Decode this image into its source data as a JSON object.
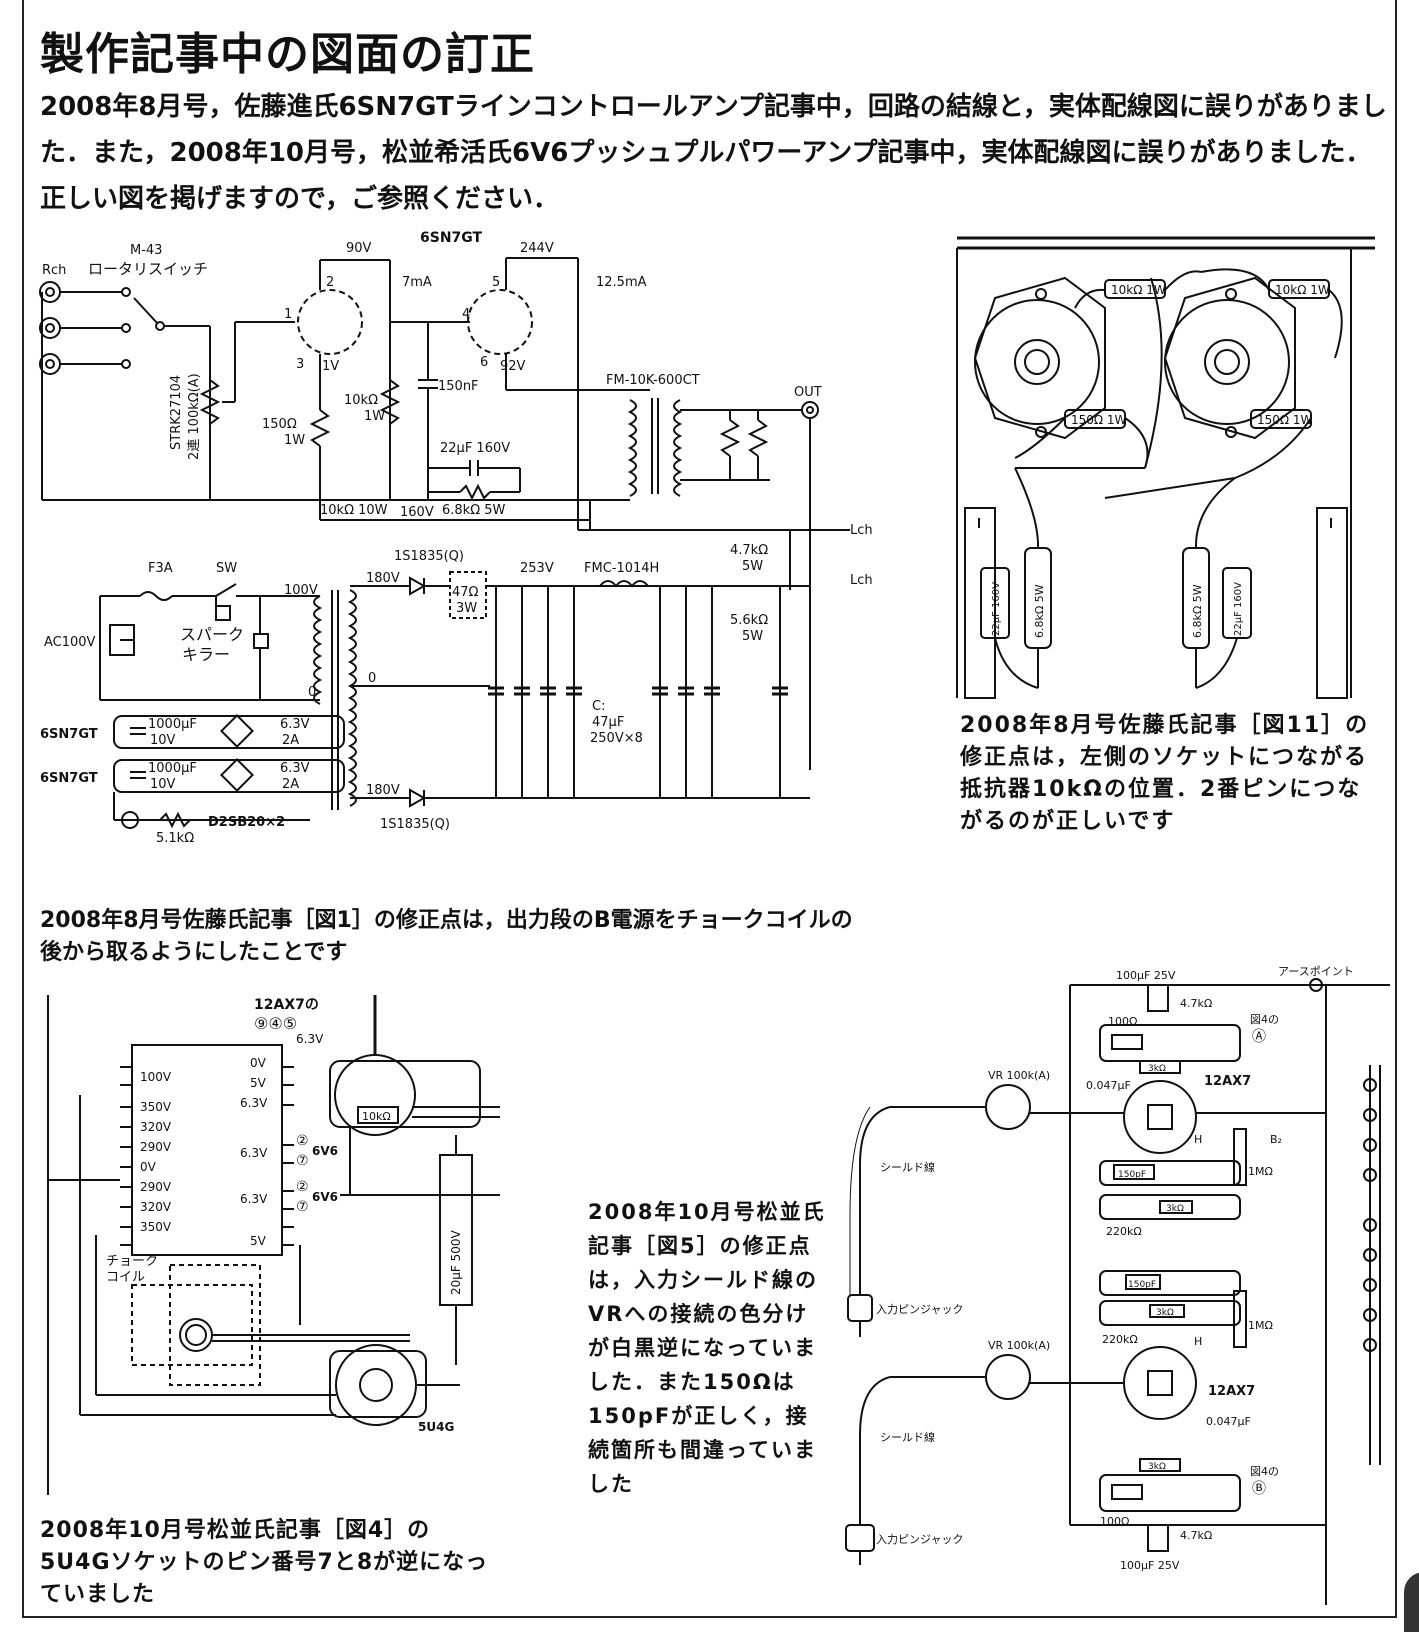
{
  "title": "製作記事中の図面の訂正",
  "intro": "2008年8月号，佐藤進氏6SN7GTラインコントロールアンプ記事中，回路の結線と，実体配線図に誤りがありました．また，2008年10月号，松並希活氏6V6プッシュプルパワーアンプ記事中，実体配線図に誤りがありました．正しい図を掲げますので，ご参照ください．",
  "captions": {
    "fig1": "2008年8月号佐藤氏記事［図1］の修正点は，出力段のB電源をチョークコイルの後から取るようにしたことです",
    "fig11": "2008年8月号佐藤氏記事［図11］の修正点は，左側のソケットにつながる抵抗器10kΩの位置．2番ピンにつながるのが正しいです",
    "fig4": "2008年10月号松並氏記事［図4］の5U4Gソケットのピン番号7と8が逆になっていました",
    "fig5": "2008年10月号松並氏記事［図5］の修正点は，入力シールド線のVRへの接続の色分けが白黒逆になっていました．また150Ωは150pFが正しく，接続箇所も間違っていました"
  },
  "fig1_labels": {
    "tube": "6SN7GT",
    "v90": "90V",
    "v244": "244V",
    "i7": "7mA",
    "i125": "12.5mA",
    "switch_model": "M-43",
    "switch": "ロータリスイッチ",
    "rch": "Rch",
    "vr": "STRK27104",
    "vr2": "2連 100kΩ(A)",
    "r150": "150Ω",
    "r150w": "1W",
    "r10k": "10kΩ",
    "r10kw": "1W",
    "c150": "150nF",
    "c22": "22μF 160V",
    "r68": "6.8kΩ 5W",
    "r10k10": "10kΩ 10W",
    "v160": "160V",
    "v1": "1V",
    "v92": "92V",
    "trans": "FM-10K-600CT",
    "out": "OUT",
    "lch": "Lch",
    "p1": "1",
    "p2": "2",
    "p3": "3",
    "p4": "4",
    "p5": "5",
    "p6": "6",
    "diode": "1S1835(Q)",
    "diode2": "1S1835(Q)",
    "fuse": "F3A",
    "sw": "SW",
    "ac": "AC100V",
    "spark": "スパーク",
    "killer": "キラー",
    "t100": "100V",
    "t0": "0",
    "t0b": "0",
    "t180": "180V",
    "t180b": "180V",
    "r47": "47Ω",
    "r47w": "3W",
    "v253": "253V",
    "choke": "FMC-1014H",
    "r47k": "4.7kΩ",
    "r47kw": "5W",
    "r56k": "5.6kΩ",
    "r56kw": "5W",
    "cmain": "C:",
    "cmain2": "47μF",
    "cmain3": "250V×8",
    "h1": "6SN7GT",
    "h2": "6SN7GT",
    "c1000": "1000μF",
    "c1000v": "10V",
    "c1000b": "1000μF",
    "c1000bv": "10V",
    "h63": "6.3V",
    "h2a": "2A",
    "h63b": "6.3V",
    "h2ab": "2A",
    "d2sb": "D2SB20×2",
    "r51": "5.1kΩ"
  },
  "fig11_labels": {
    "r10k_a": "10kΩ 1W",
    "r10k_b": "10kΩ 1W",
    "r150_a": "150Ω 1W",
    "r150_b": "150Ω 1W",
    "r68_a": "6.8kΩ 5W",
    "r68_b": "6.8kΩ 5W",
    "c22_a": "22μF 160V",
    "c22_b": "22μF 160V"
  },
  "fig4_labels": {
    "tube12": "12AX7の",
    "pins": "⑨④⑤",
    "v63top": "6.3V",
    "t100": "100V",
    "t350a": "350V",
    "t320a": "320V",
    "t290a": "290V",
    "t0": "0V",
    "t290b": "290V",
    "t320b": "320V",
    "t350b": "350V",
    "r0v": "0V",
    "r5v": "5V",
    "r63": "6.3V",
    "r63b": "6.3V",
    "r63c": "6.3V",
    "r5vb": "5V",
    "v6a": "6V6",
    "v6b": "6V6",
    "p2a": "②",
    "p7a": "⑦",
    "p2b": "②",
    "p7b": "⑦",
    "r10k": "10kΩ",
    "cap": "20μF 500V",
    "choke1": "チョーク",
    "choke2": "コイル",
    "rect": "5U4G"
  },
  "fig5_labels": {
    "earth": "アースポイント",
    "c100a": "100μF 25V",
    "r47ka": "4.7kΩ",
    "r100a": "100Ω",
    "fig4a": "図4の",
    "fig4a2": "Ⓐ",
    "r3k": "3kΩ",
    "vr_a": "VR 100k(A)",
    "c047a": "0.047μF",
    "tube_a": "12AX7",
    "h_a": "H",
    "b2": "B₂",
    "r1m_a": "1MΩ",
    "c150_a": "150pF",
    "shield_a": "シールド線",
    "r220_a": "220kΩ",
    "r3k_b": "3kΩ",
    "jack_a": "入力ピンジャック",
    "c150_b": "150pF",
    "r1m_b": "1MΩ",
    "r3k_c": "3kΩ",
    "r220_b": "220kΩ",
    "vr_b": "VR 100k(A)",
    "h_b": "H",
    "tube_b": "12AX7",
    "c047b": "0.047μF",
    "shield_b": "シールド線",
    "r3k_d": "3kΩ",
    "fig4b": "図4の",
    "fig4b2": "Ⓑ",
    "r100b": "100Ω",
    "r47kb": "4.7kΩ",
    "jack_b": "入力ピンジャック",
    "c100b": "100μF 25V"
  }
}
